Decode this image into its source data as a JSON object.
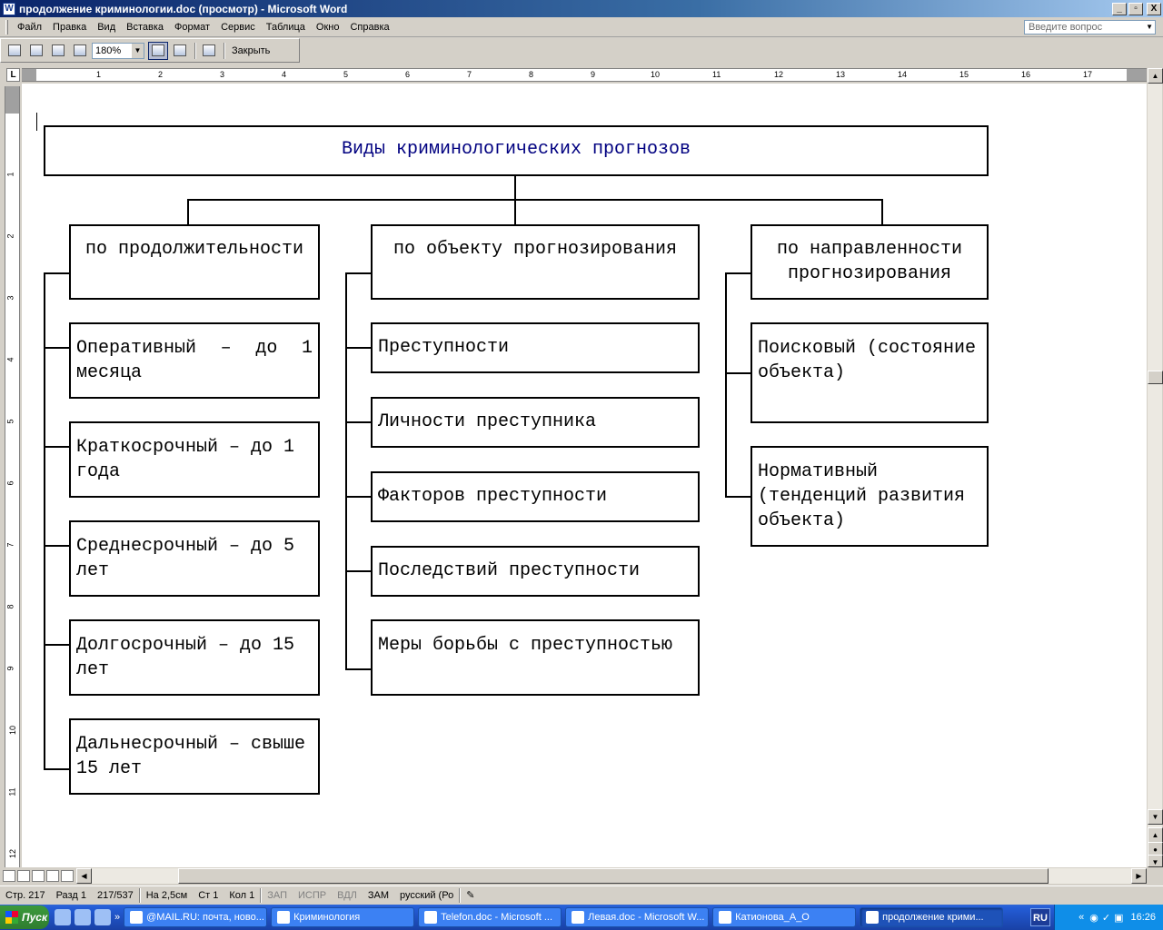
{
  "window": {
    "title": "продолжение криминологии.doc (просмотр) - Microsoft Word",
    "controls": [
      "_",
      "▫",
      "X"
    ]
  },
  "menubar": {
    "items": [
      "Файл",
      "Правка",
      "Вид",
      "Вставка",
      "Формат",
      "Сервис",
      "Таблица",
      "Окно",
      "Справка"
    ],
    "ask_placeholder": "Введите вопрос"
  },
  "toolbar": {
    "zoom": "180%",
    "close_label": "Закрыть"
  },
  "ruler": {
    "corner": "L",
    "h_ticks": [
      "1",
      "2",
      "3",
      "4",
      "5",
      "6",
      "7",
      "8",
      "9",
      "10",
      "11",
      "12",
      "13",
      "14",
      "15",
      "16",
      "17"
    ],
    "v_ticks": [
      "1",
      "2",
      "3",
      "4",
      "5",
      "6",
      "7",
      "8",
      "9",
      "10",
      "11",
      "12"
    ]
  },
  "diagram": {
    "title": "Виды криминологических прогнозов",
    "columns": [
      {
        "header": "по продолжительности",
        "items": [
          "Оперативный – до 1 месяца",
          "Краткосрочный – до 1 года",
          "Среднесрочный – до 5 лет",
          "Долгосрочный – до 15 лет",
          "Дальнесрочный – свыше 15 лет"
        ]
      },
      {
        "header": "по объекту прогнозирования",
        "items": [
          "Преступности",
          "Личности преступника",
          "Факторов преступности",
          "Последствий преступности",
          "Меры борьбы с преступностью"
        ]
      },
      {
        "header": "по направленности прогнозирования",
        "items": [
          "Поисковый (состояние объекта)",
          "Нормативный (тенденций развития объекта)"
        ]
      }
    ]
  },
  "statusbar": {
    "page": "Стр. 217",
    "section": "Разд 1",
    "pages": "217/537",
    "at": "На 2,5см",
    "line": "Ст 1",
    "col": "Кол 1",
    "rec": "ЗАП",
    "trk": "ИСПР",
    "ext": "ВДЛ",
    "ovr": "ЗАМ",
    "lang": "русский (Ро"
  },
  "taskbar": {
    "start": "Пуск",
    "tasks": [
      "@MAIL.RU: почта, ново...",
      "Криминология",
      "Telefon.doc - Microsoft ...",
      "Левая.doc - Microsoft W...",
      "Катионова_А_О",
      "продолжение крими..."
    ],
    "lang": "RU",
    "clock": "16:26"
  }
}
